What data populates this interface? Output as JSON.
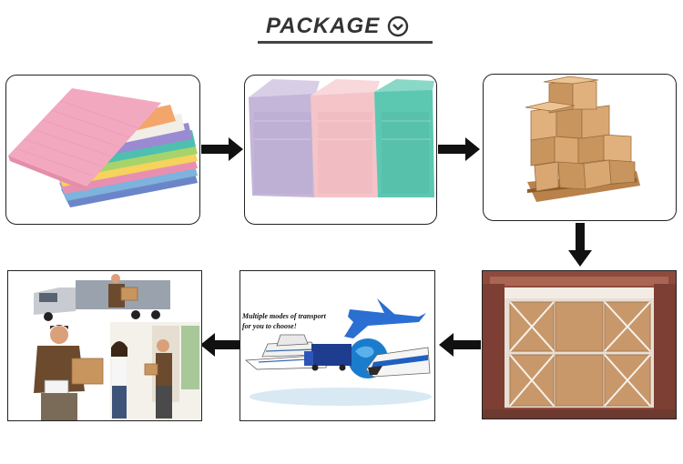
{
  "header": {
    "title": "PACKAGE",
    "icon": "chevron-down-circle-icon"
  },
  "steps": [
    {
      "id": "tissue-sheets",
      "icon": "colored-paper-sheets"
    },
    {
      "id": "wrapped-packs",
      "icon": "wrapped-paper-packs"
    },
    {
      "id": "carton-pallet",
      "icon": "cardboard-box-stack"
    },
    {
      "id": "container-loading",
      "icon": "shipping-container"
    },
    {
      "id": "transport",
      "icon": "ship-plane-truck-train",
      "caption": "Multiple modes of transport\nfor you to choose!"
    },
    {
      "id": "delivery",
      "icon": "delivery-man-truck"
    }
  ],
  "colors": {
    "arrow": "#111111",
    "pink": "#f2a9c0",
    "lavender": "#c3b6d8",
    "teal": "#5dc8b2",
    "cardboard": "#c8955e"
  }
}
